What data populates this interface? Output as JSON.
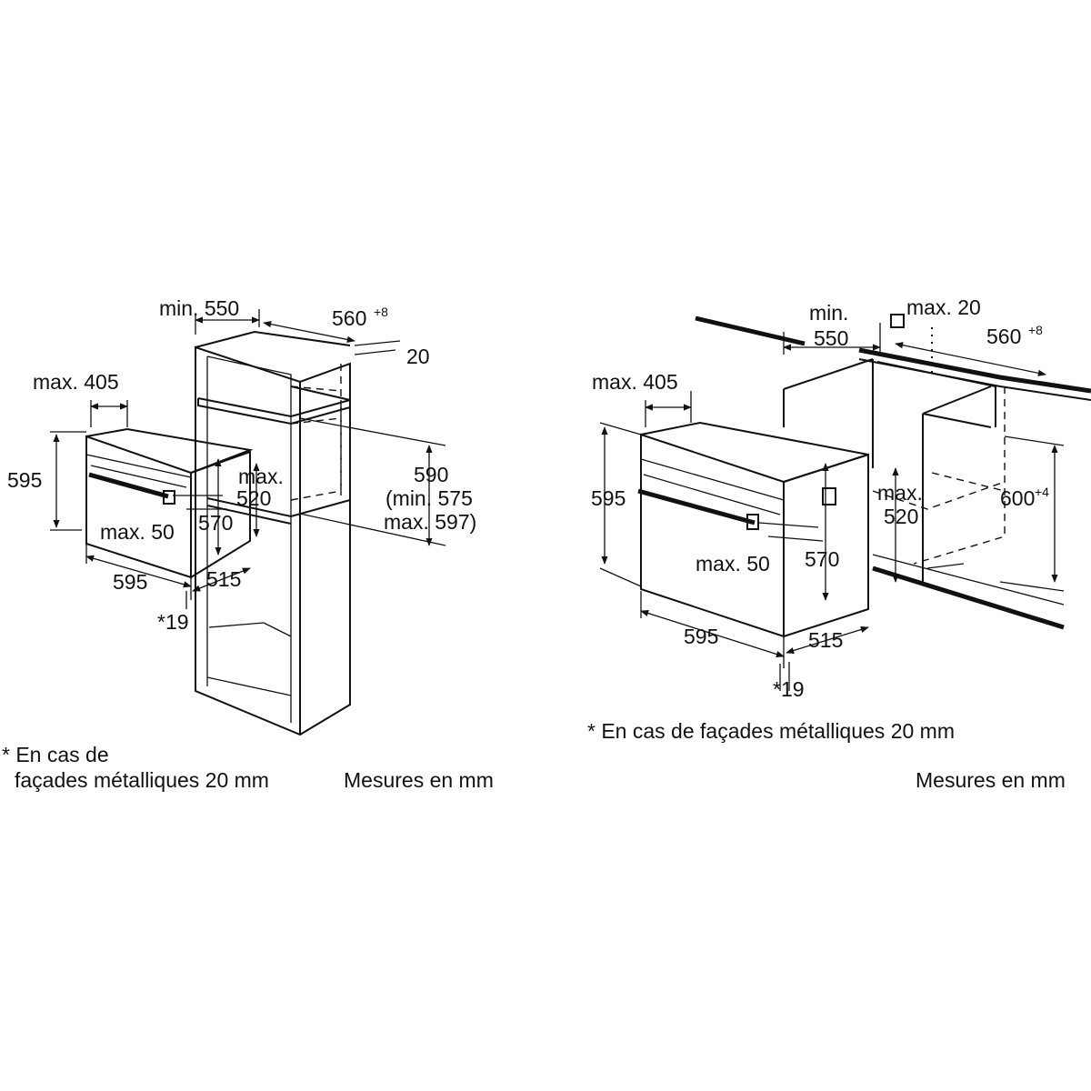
{
  "left": {
    "min_550": "min. 550",
    "w_560": "560",
    "w_560_tol": "+8",
    "t_20": "20",
    "max_405": "max. 405",
    "h_595": "595",
    "max_label": "max.",
    "v_520": "520",
    "h_590": "590",
    "min_575": "(min. 575",
    "max_597": "max. 597)",
    "max_50": "max. 50",
    "h_570": "570",
    "w_595": "595",
    "d_515": "515",
    "star_19": "*19",
    "note_line1": "* En cas de",
    "note_line2": "façades métalliques 20 mm",
    "units": "Mesures en mm"
  },
  "right": {
    "min_label": "min.",
    "v_550": "550",
    "max_20": "max. 20",
    "w_560": "560",
    "w_560_tol": "+8",
    "max_405": "max. 405",
    "h_595": "595",
    "max_label": "max.",
    "v_520": "520",
    "h_600": "600",
    "h_600_tol": "+4",
    "max_50": "max. 50",
    "h_570": "570",
    "w_595": "595",
    "d_515": "515",
    "star_19": "*19",
    "note": "* En cas de façades métalliques 20 mm",
    "units": "Mesures en mm"
  }
}
